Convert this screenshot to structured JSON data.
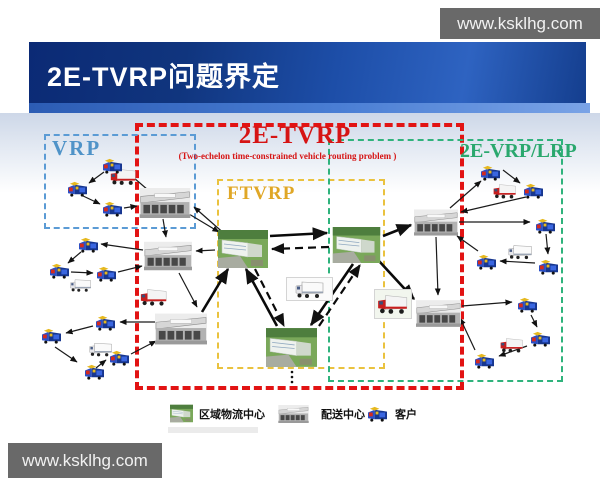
{
  "watermarks": {
    "top": "www.ksklhg.com",
    "bottom": "www.ksklhg.com"
  },
  "header": {
    "title": "2E-TVRP问题界定"
  },
  "diagram": {
    "boxes": {
      "vrp": {
        "label": "VRP",
        "color": "#4f93c8"
      },
      "te_tvrp": {
        "label": "2E-TVRP",
        "subtitle": "(Two-echelon time-constrained vehicle routing problem )",
        "color": "#d61414"
      },
      "ftvrp": {
        "label": "FTVRP",
        "color": "#e0a726"
      },
      "te_vrp_lrp": {
        "label": "2E-VRP/LRP",
        "color": "#2aa86e"
      }
    },
    "arrow_styles": {
      "first_echelon_solid": "thick solid black",
      "first_echelon_return": "thick dashed black",
      "second_echelon": "thin solid black"
    }
  },
  "legend": {
    "items": [
      {
        "icon": "regional-logistics-center-icon",
        "label": "区域物流中心"
      },
      {
        "icon": "distribution-center-icon",
        "label": "配送中心"
      },
      {
        "icon": "customer-icon",
        "label": "客户"
      }
    ]
  }
}
